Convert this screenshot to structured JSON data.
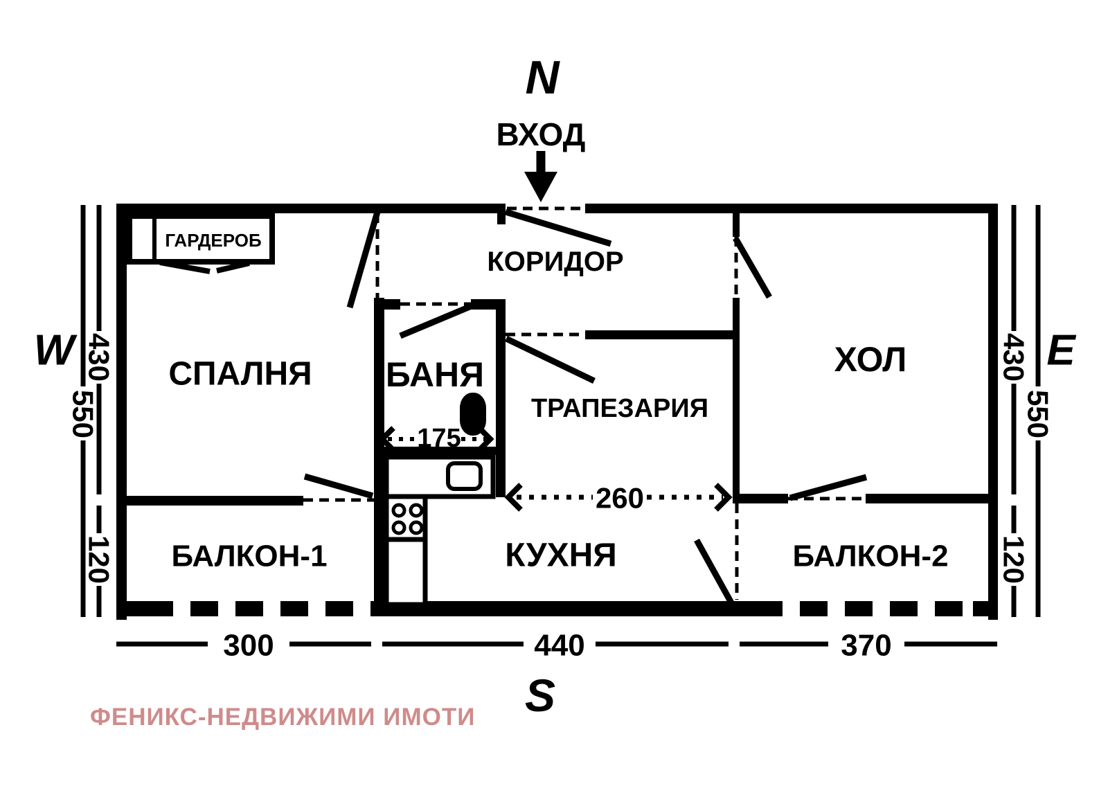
{
  "compass": {
    "north": "N",
    "east": "E",
    "south": "S",
    "west": "W"
  },
  "entrance": {
    "label": "ВХОД"
  },
  "rooms": {
    "bedroom": "СПАЛНЯ",
    "wardrobe": "ГАРДЕРОБ",
    "corridor": "КОРИДОР",
    "bathroom": "БАНЯ",
    "dining": "ТРАПЕЗАРИЯ",
    "living": "ХОЛ",
    "kitchen": "КУХНЯ",
    "balcony1": "БАЛКОН-1",
    "balcony2": "БАЛКОН-2"
  },
  "dimensions": {
    "west_upper": "430",
    "west_total": "550",
    "west_lower": "120",
    "east_upper": "430",
    "east_total": "550",
    "east_lower": "120",
    "south_left": "300",
    "south_center": "440",
    "south_right": "370",
    "bathroom_width": "175",
    "kitchen_dining_span": "260"
  },
  "watermark": {
    "text": "ФЕНИКС-НЕДВИЖИМИ ИМОТИ",
    "color": "#cf8b8b"
  },
  "colors": {
    "ink": "#000000",
    "background": "#ffffff"
  }
}
